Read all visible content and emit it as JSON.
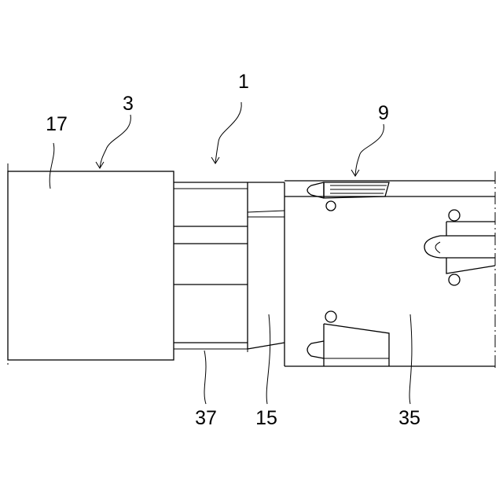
{
  "figure": {
    "labels": {
      "assembly": "1",
      "part_left": "3",
      "part_top": "9",
      "part_body": "17",
      "part_bottom": "37",
      "part_mid": "15",
      "part_right": "35"
    }
  }
}
